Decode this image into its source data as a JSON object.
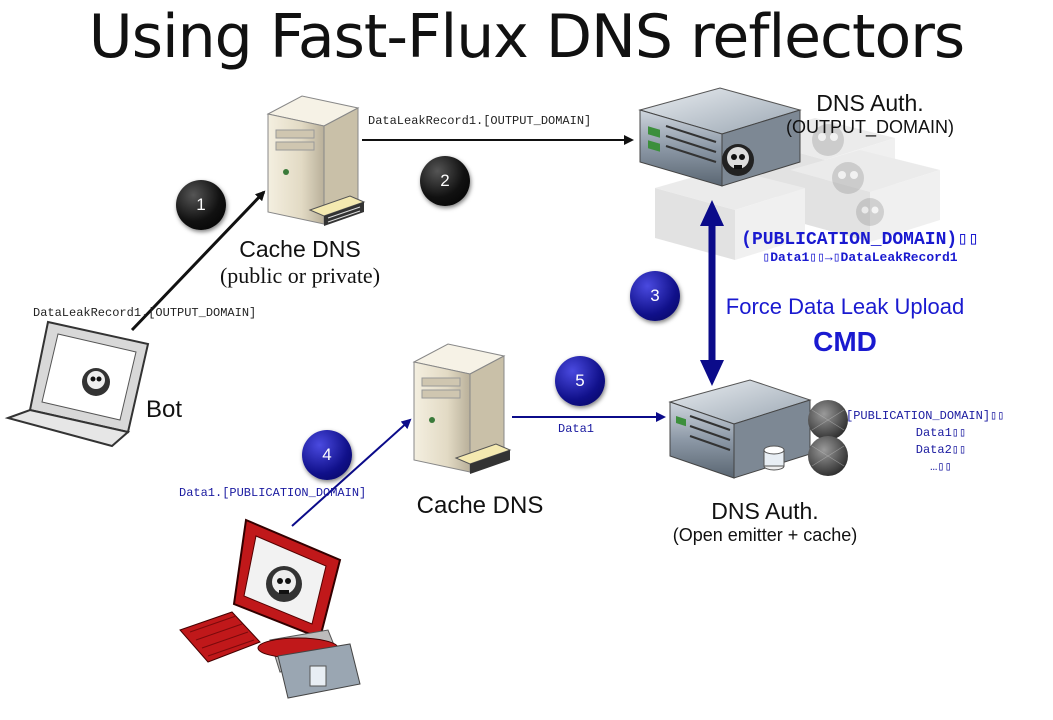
{
  "title": "Using Fast-Flux DNS reflectors",
  "nodes": {
    "bot": {
      "label": "Bot"
    },
    "cache_dns_top": {
      "label": "Cache DNS",
      "sublabel": "(public or private)"
    },
    "dns_auth_top": {
      "label": "DNS Auth.",
      "sublabel": "(OUTPUT_DOMAIN)"
    },
    "cache_dns_bottom": {
      "label": "Cache DNS"
    },
    "dns_auth_bottom": {
      "label": "DNS Auth.",
      "sublabel": "(Open emitter + cache)"
    }
  },
  "steps": [
    {
      "number": "1"
    },
    {
      "number": "2"
    },
    {
      "number": "3"
    },
    {
      "number": "4"
    },
    {
      "number": "5"
    }
  ],
  "edge_labels": {
    "bot_query": "DataLeakRecord1.[OUTPUT_DOMAIN]",
    "cache_to_auth": "DataLeakRecord1.[OUTPUT_DOMAIN]",
    "attacker_query": "Data1.[PUBLICATION_DOMAIN]",
    "data_forward": "Data1"
  },
  "command": {
    "domain_line": "(PUBLICATION_DOMAIN)▯▯",
    "mapping_line": "▯Data1▯▯→▯DataLeakRecord1",
    "description": "Force Data Leak Upload",
    "cmd": "CMD"
  },
  "cache_records": {
    "header": "[PUBLICATION_DOMAIN]▯▯",
    "lines": [
      "Data1▯▯",
      "Data2▯▯",
      "…▯▯"
    ]
  },
  "colors": {
    "blue_arrow": "#0b0b8a",
    "blue_text": "#1a1ad0",
    "black_arrow": "#111111"
  }
}
